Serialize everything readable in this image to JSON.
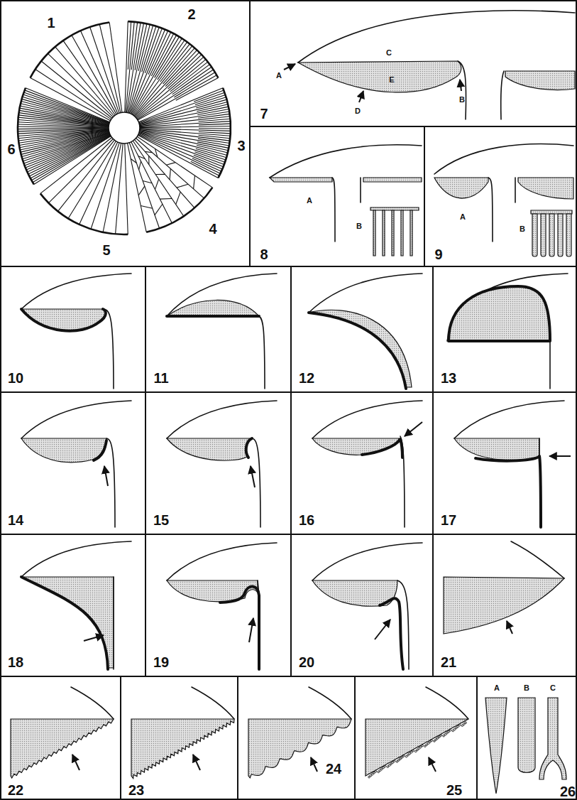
{
  "diagram": {
    "labels": [
      "1",
      "2",
      "3",
      "4",
      "5",
      "6",
      "7",
      "A",
      "C",
      "E",
      "D",
      "B",
      "8",
      "A",
      "B",
      "9",
      "A",
      "B",
      "10",
      "11",
      "12",
      "13",
      "14",
      "15",
      "16",
      "17",
      "18",
      "19",
      "20",
      "21",
      "22",
      "23",
      "24",
      "25",
      "26",
      "A",
      "B",
      "C"
    ]
  }
}
